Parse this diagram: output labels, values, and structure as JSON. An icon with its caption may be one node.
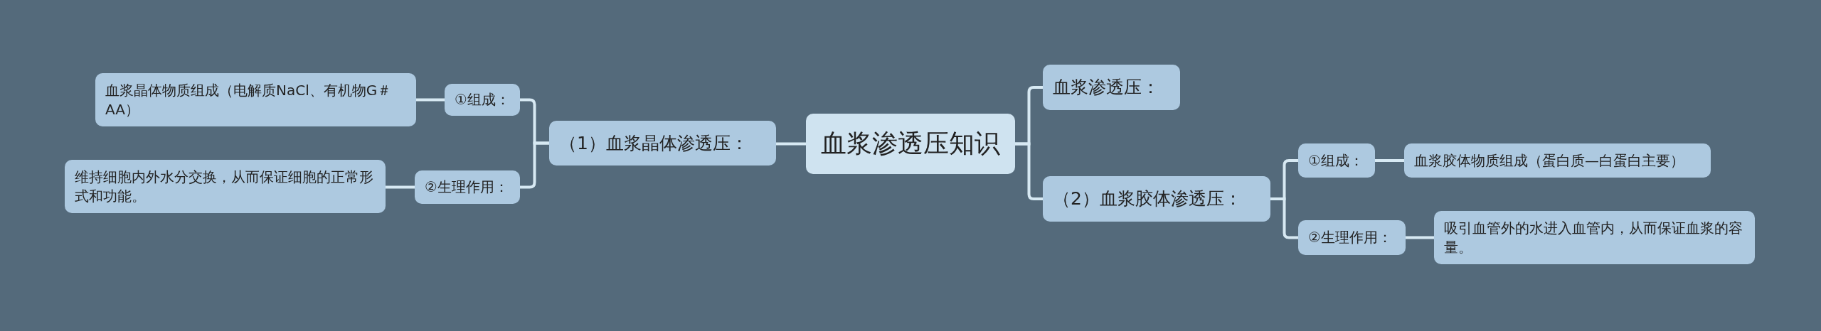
{
  "diagram": {
    "nodes": [
      {
        "text": [
          "血浆渗透压知识"
        ]
      },
      {
        "text": [
          "血浆渗透压："
        ]
      },
      {
        "text": [
          "（2）血浆胶体渗透压："
        ]
      },
      {
        "text": [
          "①组成："
        ]
      },
      {
        "text": [
          "血浆胶体物质组成（蛋白质—白蛋白主要）"
        ]
      },
      {
        "text": [
          "②生理作用："
        ]
      },
      {
        "text": [
          "吸引血管外的水进入血管内，从而保证血浆的容量。"
        ]
      },
      {
        "text": [
          "（1）血浆晶体渗透压："
        ]
      },
      {
        "text": [
          "①组成："
        ]
      },
      {
        "text": [
          "血浆晶体物质组成（电解质NaCl、有机物G＃AA）"
        ]
      },
      {
        "text": [
          "②生理作用："
        ]
      },
      {
        "text": [
          "维持细胞内外水分交换，从而保证细胞的正常形式和功能。"
        ]
      }
    ],
    "edges": [
      {
        "from": 0,
        "to": 1,
        "arrow": "none"
      },
      {
        "from": 0,
        "to": 2,
        "arrow": "none"
      },
      {
        "from": 2,
        "to": 3,
        "arrow": "none"
      },
      {
        "from": 3,
        "to": 4,
        "arrow": "none"
      },
      {
        "from": 2,
        "to": 5,
        "arrow": "none"
      },
      {
        "from": 5,
        "to": 6,
        "arrow": "none"
      },
      {
        "from": 0,
        "to": 7,
        "arrow": "none"
      },
      {
        "from": 7,
        "to": 8,
        "arrow": "none"
      },
      {
        "from": 8,
        "to": 9,
        "arrow": "none"
      },
      {
        "from": 7,
        "to": 10,
        "arrow": "none"
      },
      {
        "from": 10,
        "to": 11,
        "arrow": "none"
      }
    ]
  }
}
